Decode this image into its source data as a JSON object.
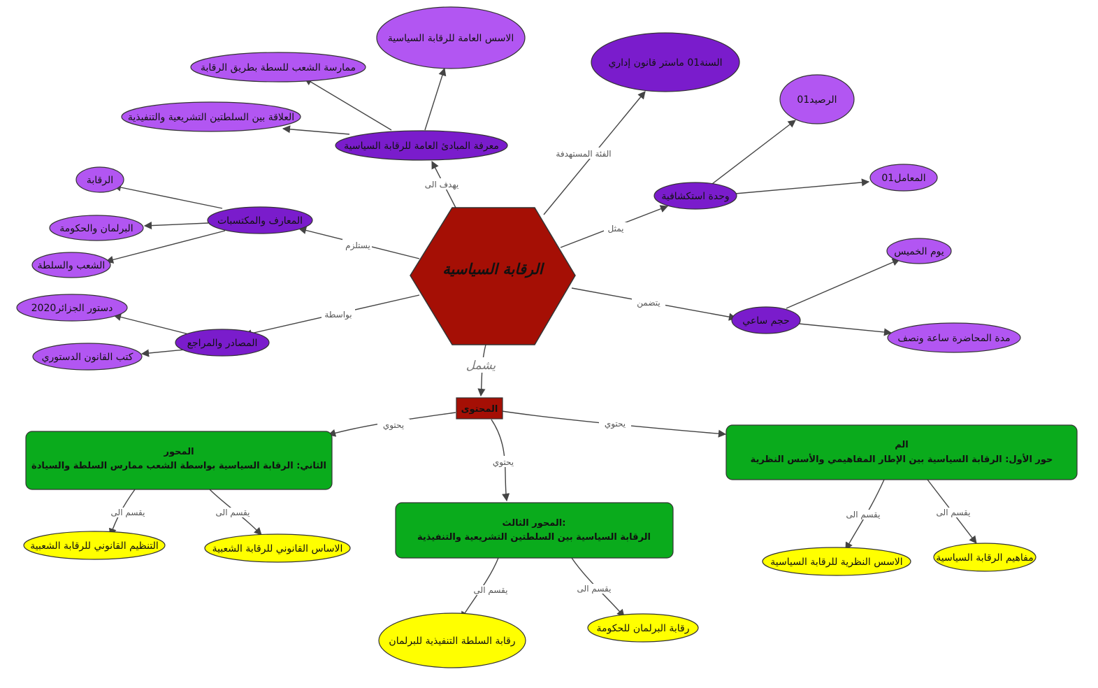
{
  "colors": {
    "center": "#a50f05",
    "dark_purple": "#7a1ccc",
    "light_purple": "#b256f2",
    "green": "#0aab1c",
    "yellow": "#ffff00",
    "edge": "#444444"
  },
  "center": {
    "label": "الرقابة السياسية"
  },
  "content": {
    "label": "المحتوى"
  },
  "purple_nodes": {
    "objective": "معرفة المبادئ العامة للرقابة السياسية",
    "general_bases": "الاسس العامة للرقابة السياسية",
    "people_exercise": "ممارسة الشعب للسطة بطريق الرقابة",
    "relation": "العلاقة بين السلطتين التشريعية والتنفيذية",
    "target": "السنة01 ماستر قانون إداري",
    "unit": "وحدة استكشافية",
    "credit": "الرصيد01",
    "coefficient": "المعامل01",
    "knowledge": "المعارف والمكتسبات",
    "k_oversight": "الرقابة",
    "k_parliament": "البرلمان والحكومة",
    "k_people": "الشعب والسلطة",
    "sources": "المصادر والمراجع",
    "s_constitution": "دستور الجزائر2020",
    "s_books": "كتب القانون الدستوري",
    "hours": "حجم ساعي",
    "h_thursday": "يوم الخميس",
    "h_duration": "مدة المحاضرة ساعة ونصف"
  },
  "axes": {
    "axis1": {
      "line1": "الم",
      "line2": "حور الأول: الرقابة السياسية بين الإطار المفاهيمي والأسس النظرية"
    },
    "axis2": {
      "line1": "المحور",
      "line2": "الثاني: الرقابة السياسية بواسطة الشعب ممارس السلطة والسيادة"
    },
    "axis3": {
      "line1": "المحور الثالث:",
      "line2": "الرقابة السياسية بين السلطتين التشريعية والتنفيذية"
    }
  },
  "yellow_nodes": {
    "a1_concepts": "مفاهيم الرقابة السياسية",
    "a1_theory": "الاسس النظرية للرقابة السياسية",
    "a2_legal": "الاساس القانوني للرقابة الشعبية",
    "a2_org": "التنظيم القانوني للرقابة الشعبية",
    "a3_parl": "رقابة البرلمان للحكومة",
    "a3_exec": "رقابة السلطة التنفيذية للبرلمان"
  },
  "edge_labels": {
    "aims": "يهدف الى",
    "target_group": "الفئة المستهدفة",
    "represents": "يمثل",
    "requires": "يستلزم",
    "via": "بواسطة",
    "includes": "يتضمن",
    "covers": "يشمل",
    "contains": "يحتوي",
    "divides": "يقسم الى"
  }
}
